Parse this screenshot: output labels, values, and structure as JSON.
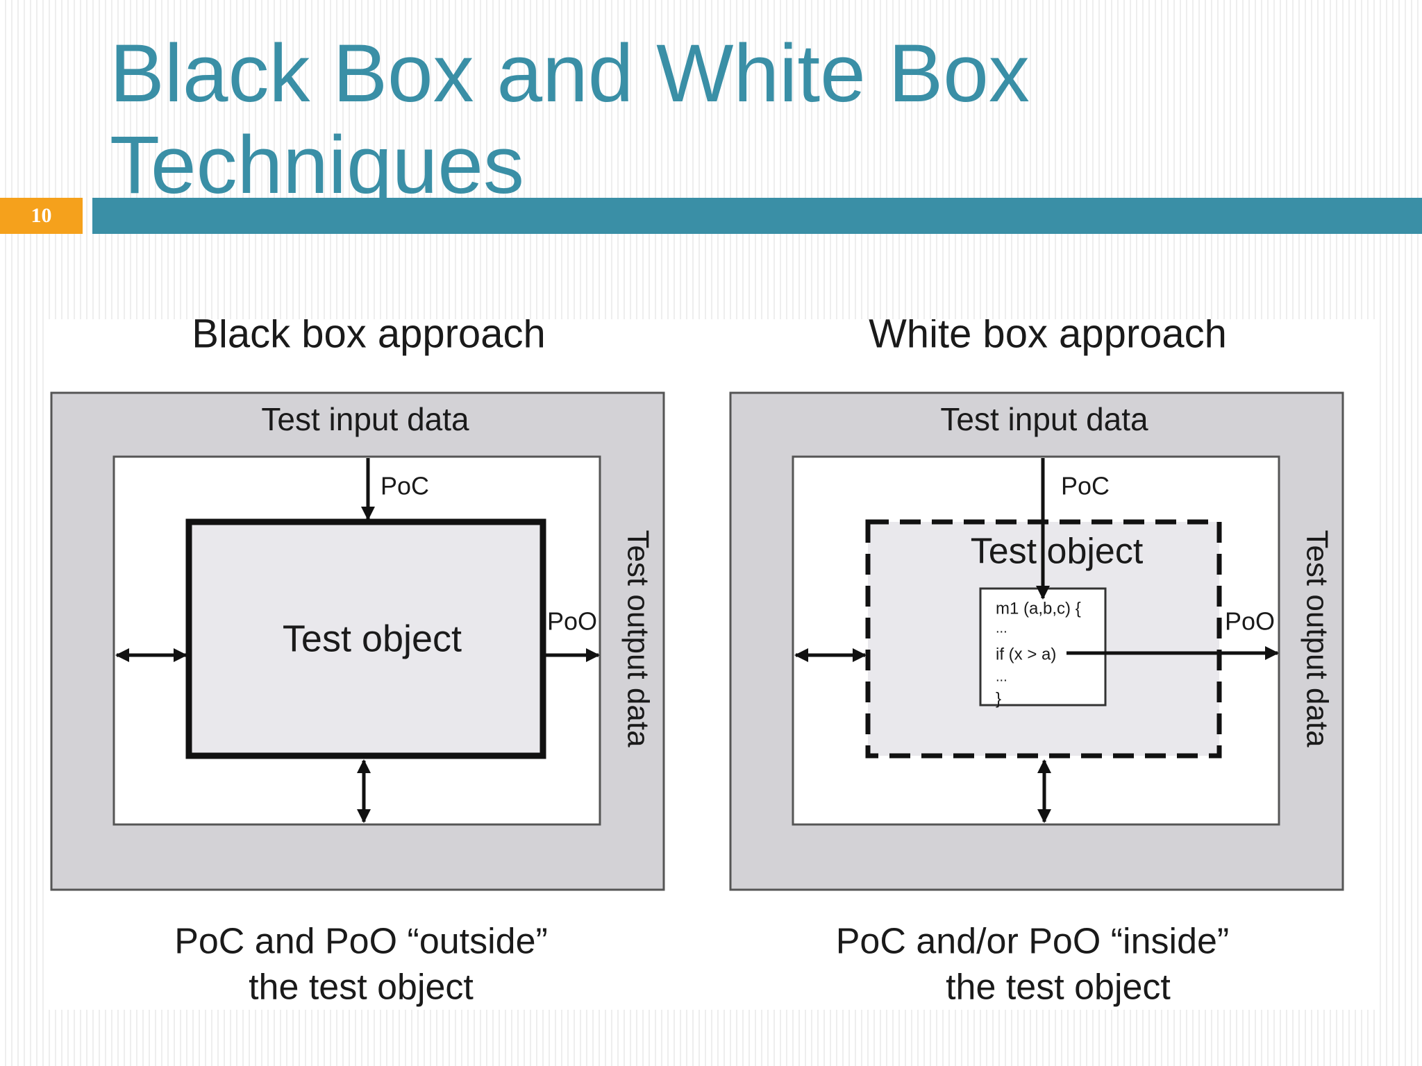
{
  "slide": {
    "title_line1": "Black Box and White Box",
    "title_line2": "Techniques",
    "number": "10"
  },
  "colors": {
    "title": "#3a8fa6",
    "accent_bar": "#3a8fa6",
    "number_badge": "#f5a11c",
    "outer_frame": "#d3d2d6",
    "test_object_fill": "#e9e8ec"
  },
  "diagram": {
    "black_box": {
      "heading": "Black box approach",
      "input_label": "Test input data",
      "output_label": "Test output data",
      "poc_label": "PoC",
      "poo_label": "PoO",
      "object_label": "Test object",
      "caption_line1": "PoC and PoO “outside”",
      "caption_line2": "the test object"
    },
    "white_box": {
      "heading": "White box approach",
      "input_label": "Test input data",
      "output_label": "Test output data",
      "poc_label": "PoC",
      "poo_label": "PoO",
      "object_label": "Test object",
      "code_line1": "m1 (a,b,c) {",
      "code_line2": "...",
      "code_line3": "if (x > a)",
      "code_line4": "...",
      "code_line5": "}",
      "caption_line1": "PoC and/or PoO “inside”",
      "caption_line2": "the test object"
    }
  }
}
